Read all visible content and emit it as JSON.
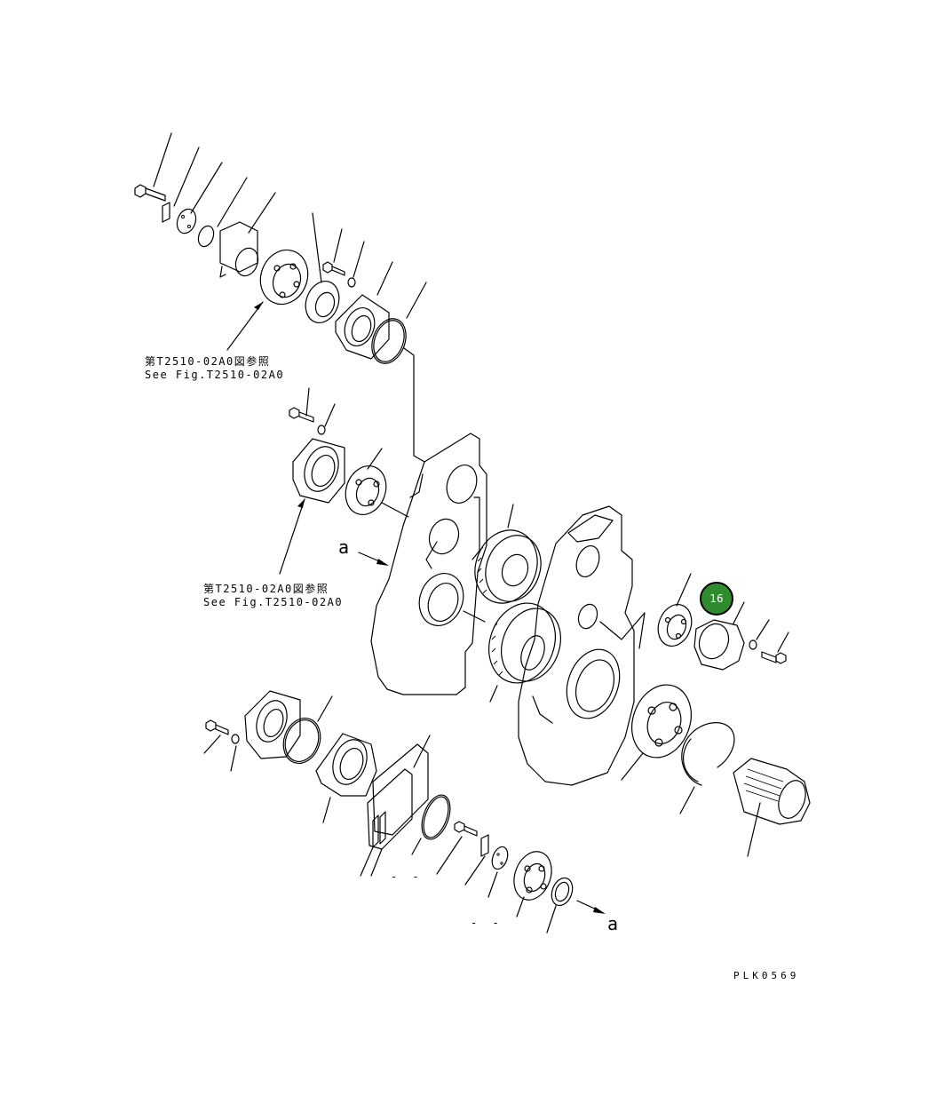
{
  "references": {
    "upper": {
      "jp": "第T2510-02A0図参照",
      "en": "See Fig.T2510-02A0"
    },
    "lower": {
      "jp": "第T2510-02A0図参照",
      "en": "See Fig.T2510-02A0"
    }
  },
  "view_marker": {
    "start": "a",
    "end": "a"
  },
  "callout": {
    "label": "16",
    "color": "#2e8b2e"
  },
  "drawing_code": "PLK0569",
  "minor_marks": {
    "left": "- -",
    "right": "- -"
  }
}
